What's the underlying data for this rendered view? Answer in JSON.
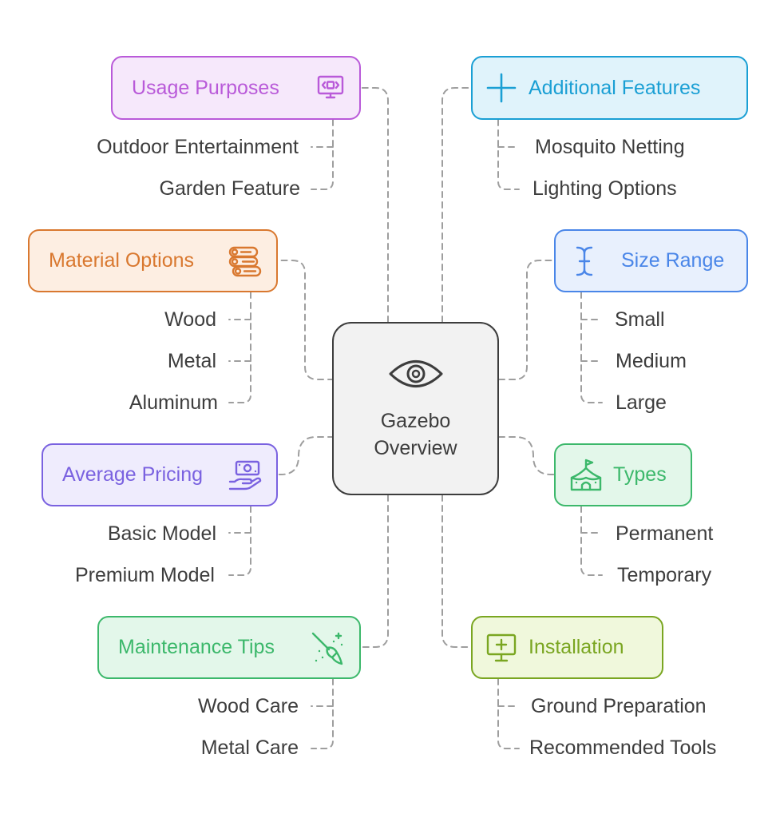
{
  "center": {
    "title": "Gazebo\nOverview",
    "icon": "eye-icon"
  },
  "colors": {
    "purple": "#b95ad9",
    "cyan": "#1a9fd4",
    "orange": "#d9782f",
    "blue": "#4a86e8",
    "violet": "#7a62e0",
    "green": "#3cb86b",
    "lime": "#7aa621",
    "connector": "#9e9e9e",
    "text": "#3d3d3d"
  },
  "branches": {
    "usage": {
      "title": "Usage Purposes",
      "icon": "monitor-code-icon",
      "items": [
        "Outdoor Entertainment",
        "Garden Feature"
      ]
    },
    "features": {
      "title": "Additional Features",
      "icon": "plus-icon",
      "items": [
        "Mosquito Netting",
        "Lighting Options"
      ]
    },
    "material": {
      "title": "Material Options",
      "icon": "wood-logs-icon",
      "items": [
        "Wood",
        "Metal",
        "Aluminum"
      ]
    },
    "size": {
      "title": "Size Range",
      "icon": "text-cursor-icon",
      "items": [
        "Small",
        "Medium",
        "Large"
      ]
    },
    "pricing": {
      "title": "Average Pricing",
      "icon": "hand-money-icon",
      "items": [
        "Basic Model",
        "Premium Model"
      ]
    },
    "types": {
      "title": "Types",
      "icon": "tent-icon",
      "items": [
        "Permanent",
        "Temporary"
      ]
    },
    "maintenance": {
      "title": "Maintenance Tips",
      "icon": "broom-sparkle-icon",
      "items": [
        "Wood Care",
        "Metal Care"
      ]
    },
    "installation": {
      "title": "Installation",
      "icon": "screen-plus-icon",
      "items": [
        "Ground Preparation",
        "Recommended Tools"
      ]
    }
  }
}
